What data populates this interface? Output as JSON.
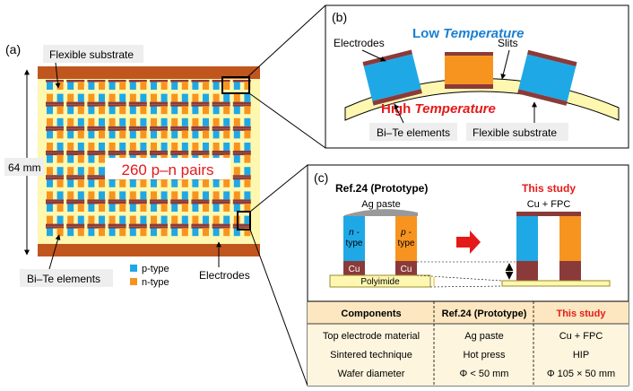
{
  "panel_a": {
    "label": "(a)",
    "flexible_substrate": "Flexible substrate",
    "dimension": "64 mm",
    "pairs": "260 p–n pairs",
    "bite_elements": "Bi–Te elements",
    "legend": [
      {
        "label": "p-type",
        "color": "#1fa8e6"
      },
      {
        "label": "n-type",
        "color": "#f79420"
      }
    ],
    "electrodes": "Electrodes"
  },
  "panel_b": {
    "label": "(b)",
    "low_prefix": "Low ",
    "low_emph": "Temperature",
    "high_prefix": "High ",
    "high_emph": "Temperature",
    "electrodes": "Electrodes",
    "slits": "Slits",
    "bite_elements": "Bi–Te elements",
    "flexible_substrate": "Flexible substrate"
  },
  "panel_c": {
    "label": "(c)",
    "ref_title": "Ref.24 (Prototype)",
    "study_title": "This study",
    "ag_paste": "Ag paste",
    "cu_fpc": "Cu + FPC",
    "n_type_1": "n -",
    "n_type_2": "type",
    "p_type_1": "p -",
    "p_type_2": "type",
    "cu": "Cu",
    "polyimide": "Polyimide",
    "table": {
      "headers": [
        "Components",
        "Ref.24 (Prototype)",
        "This study"
      ],
      "rows": [
        [
          "Top electrode material",
          "Ag paste",
          "Cu + FPC"
        ],
        [
          "Sintered technique",
          "Hot press",
          "HIP"
        ],
        [
          "Wafer diameter",
          "Φ < 50 mm",
          "Φ 105 × 50 mm"
        ]
      ]
    }
  },
  "colors": {
    "p_type": "#1fa8e6",
    "n_type": "#f79420",
    "electrode": "#8b3a3a",
    "substrate_band": "#c0561e",
    "substrate_fill": "#fdf7b0",
    "table_header": "#fce7c0",
    "table_body": "#fdf5dd",
    "accent_red": "#e61919",
    "accent_blue": "#1a7fd1"
  }
}
